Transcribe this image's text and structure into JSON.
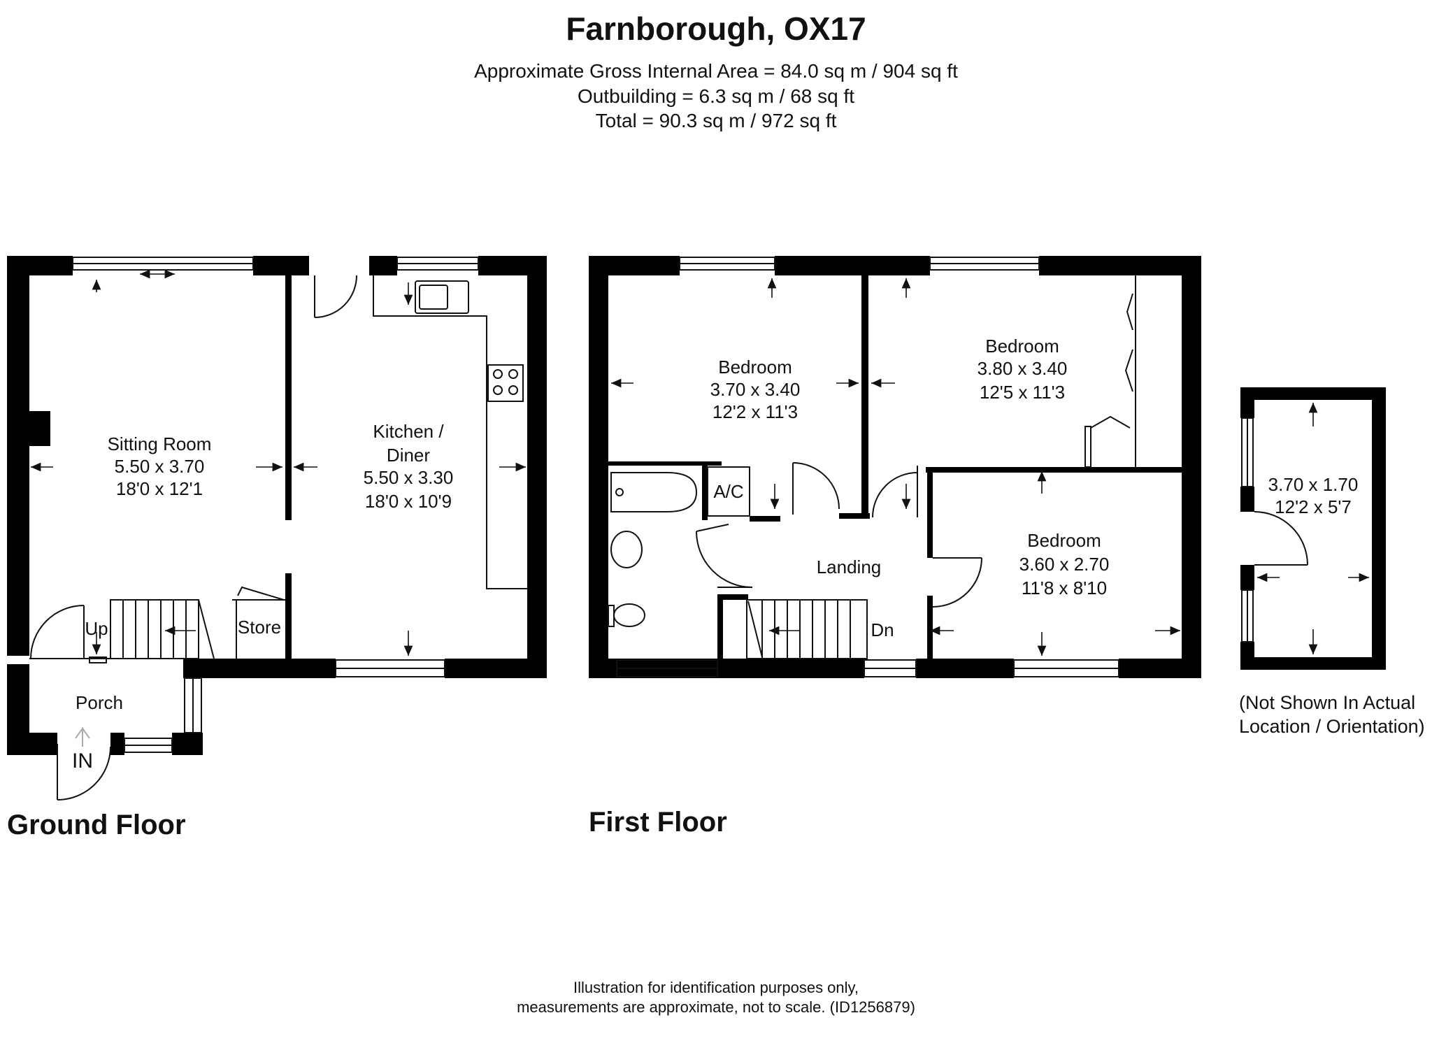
{
  "header": {
    "title": "Farnborough, OX17",
    "area_line_1": "Approximate Gross Internal Area = 84.0 sq m / 904 sq ft",
    "area_line_2": "Outbuilding = 6.3 sq m / 68 sq ft",
    "area_line_3": "Total = 90.3 sq m / 972 sq ft"
  },
  "ground_floor": {
    "label": "Ground Floor",
    "sitting_room": {
      "name": "Sitting Room",
      "metric": "5.50 x 3.70",
      "imperial": "18'0 x 12'1"
    },
    "kitchen": {
      "name_1": "Kitchen /",
      "name_2": "Diner",
      "metric": "5.50 x 3.30",
      "imperial": "18'0 x 10'9"
    },
    "porch": "Porch",
    "store": "Store",
    "stairs_up": "Up",
    "entrance": "IN"
  },
  "first_floor": {
    "label": "First Floor",
    "bedroom_1": {
      "name": "Bedroom",
      "metric": "3.70 x 3.40",
      "imperial": "12'2 x 11'3"
    },
    "bedroom_2": {
      "name": "Bedroom",
      "metric": "3.80 x 3.40",
      "imperial": "12'5 x 11'3"
    },
    "bedroom_3": {
      "name": "Bedroom",
      "metric": "3.60 x 2.70",
      "imperial": "11'8 x 8'10"
    },
    "airing_cupboard": "A/C",
    "landing": "Landing",
    "stairs_down": "Dn"
  },
  "outbuilding": {
    "metric": "3.70 x 1.70",
    "imperial": "12'2 x 5'7",
    "note_1": "(Not Shown In Actual",
    "note_2": "Location / Orientation)"
  },
  "footer": {
    "line_1": "Illustration for identification purposes only,",
    "line_2": "measurements are approximate, not to scale. (ID1256879)"
  }
}
